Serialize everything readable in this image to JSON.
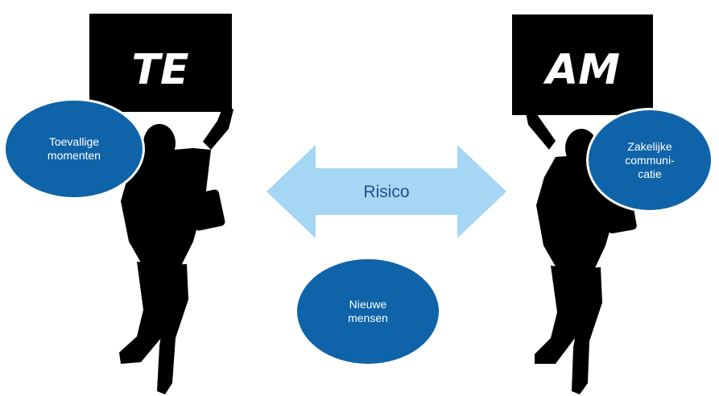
{
  "signs": {
    "left": "TE",
    "right": "AM"
  },
  "arrow": {
    "label": "Risico"
  },
  "bubbles": {
    "left": "Toevallige\nmomenten",
    "right": "Zakelijke\ncommuni-\ncatie",
    "bottom": "Nieuwe\nmensen"
  },
  "colors": {
    "bubble_fill": "#0f63a8",
    "bubble_border": "#ffffff",
    "arrow_fill": "#a5d6f4",
    "arrow_text": "#1f4f8f",
    "silhouette": "#000000",
    "sign_text": "#ffffff"
  }
}
